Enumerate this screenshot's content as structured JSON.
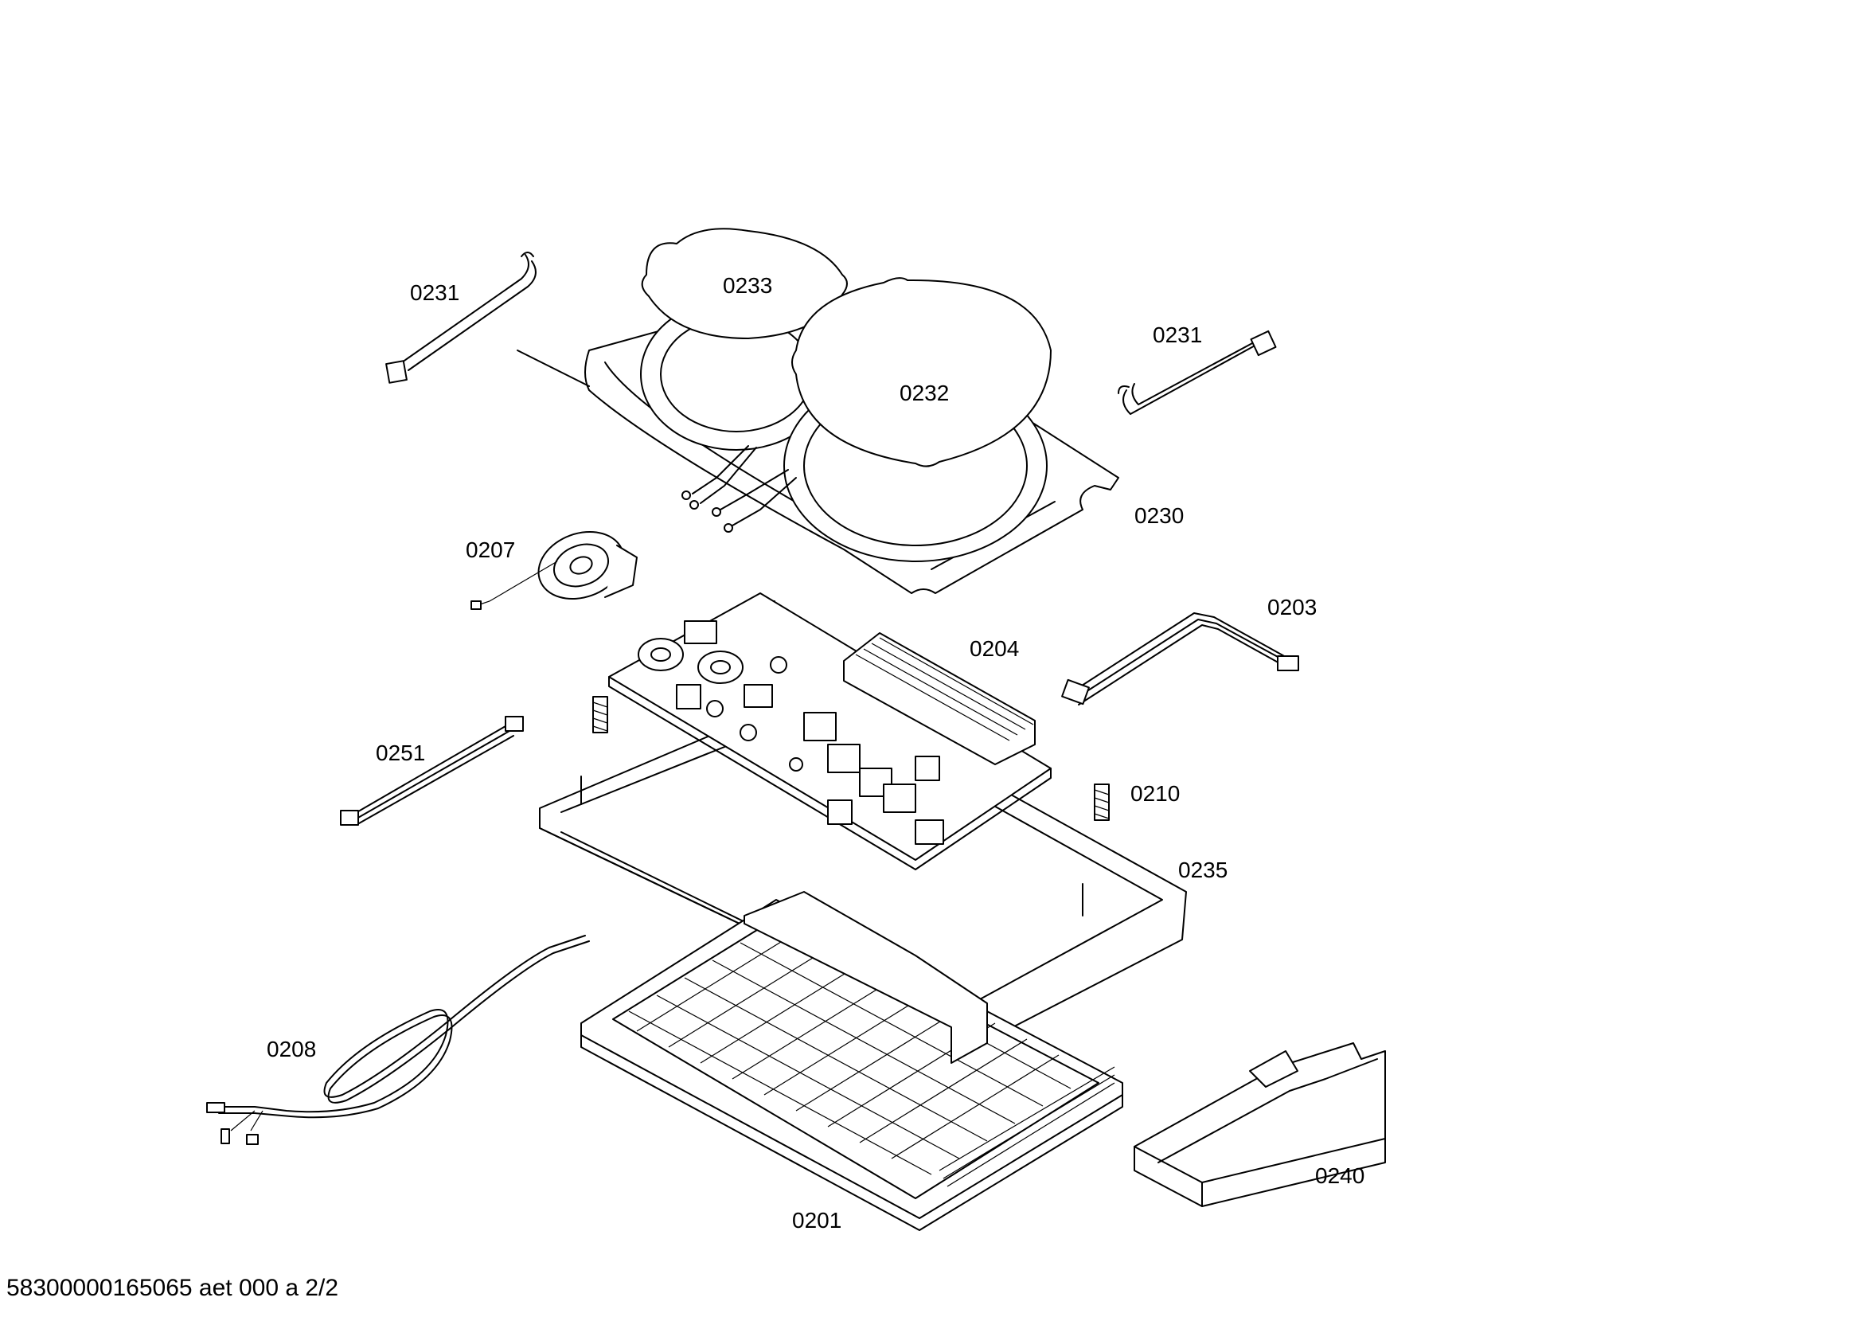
{
  "diagram": {
    "labels": {
      "p0231_left": "0231",
      "p0233": "0233",
      "p0232": "0232",
      "p0231_right": "0231",
      "p0230": "0230",
      "p0207": "0207",
      "p0203": "0203",
      "p0204": "0204",
      "p0251": "0251",
      "p0210": "0210",
      "p0235": "0235",
      "p0208": "0208",
      "p0201": "0201",
      "p0240": "0240"
    },
    "footer_id": "58300000165065 aet 000 a 2/2"
  }
}
